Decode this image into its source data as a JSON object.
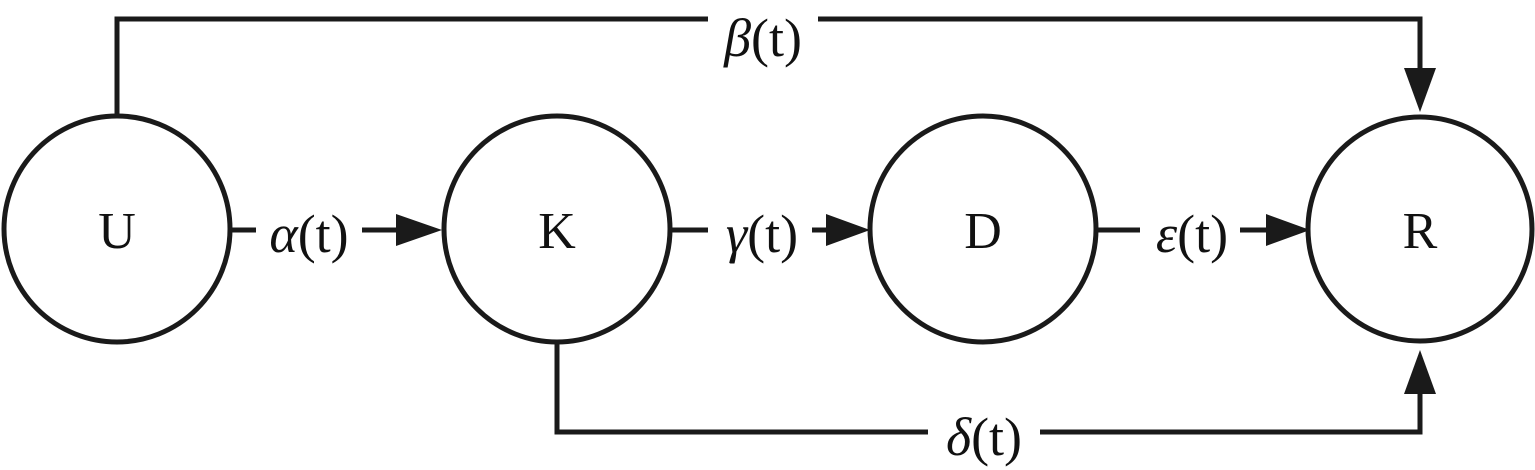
{
  "diagram": {
    "nodes": [
      {
        "id": "U",
        "label": "U"
      },
      {
        "id": "K",
        "label": "K"
      },
      {
        "id": "D",
        "label": "D"
      },
      {
        "id": "R",
        "label": "R"
      }
    ],
    "edges": [
      {
        "from": "U",
        "to": "K",
        "label_symbol": "α",
        "label_arg": "(t)"
      },
      {
        "from": "K",
        "to": "D",
        "label_symbol": "γ",
        "label_arg": "(t)"
      },
      {
        "from": "D",
        "to": "R",
        "label_symbol": "ε",
        "label_arg": "(t)"
      },
      {
        "from": "U",
        "to": "R",
        "label_symbol": "β",
        "label_arg": "(t)"
      },
      {
        "from": "K",
        "to": "R",
        "label_symbol": "δ",
        "label_arg": "(t)"
      }
    ],
    "colors": {
      "stroke": "#1a1a1a",
      "background": "#ffffff"
    }
  }
}
